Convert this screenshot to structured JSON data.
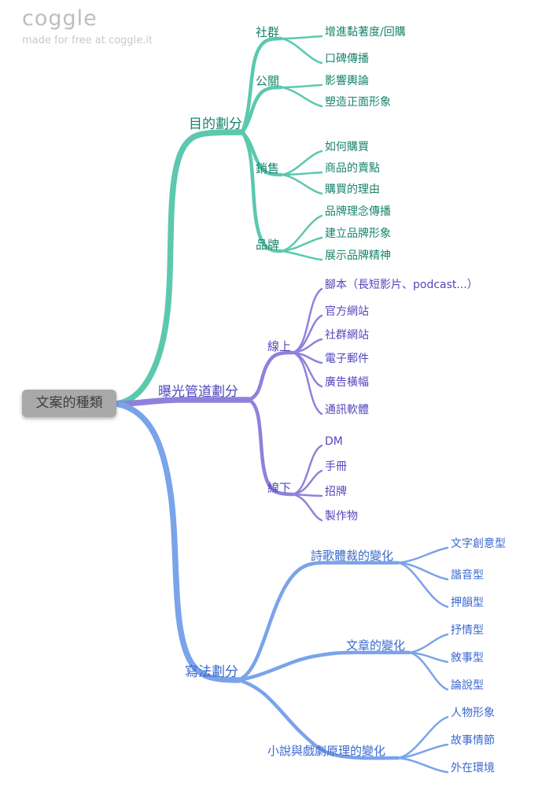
{
  "watermark": {
    "logo": "coggle",
    "tagline": "made for free at coggle.it"
  },
  "root": {
    "label": "文案的種類"
  },
  "colors": {
    "teal_line": "#5bc8af",
    "teal_text": "#18836c",
    "purple_line": "#8d82db",
    "purple_text": "#5347be",
    "blue_line": "#7aa3ea",
    "blue_text": "#3b69ce",
    "root_bg": "#a9a9a9",
    "root_text": "#3e3e3e"
  },
  "branches": {
    "purpose": {
      "label": "目的劃分",
      "children": {
        "social": {
          "label": "社群",
          "children": {
            "retention": {
              "label": "增進黏著度/回購"
            },
            "wom": {
              "label": "口碑傳播"
            }
          }
        },
        "pr": {
          "label": "公關",
          "children": {
            "opinion": {
              "label": "影響輿論"
            },
            "positive_image": {
              "label": "塑造正面形象"
            }
          }
        },
        "sales": {
          "label": "銷售",
          "children": {
            "how_to_buy": {
              "label": "如何購買"
            },
            "selling_points": {
              "label": "商品的賣點"
            },
            "reasons_to_buy": {
              "label": "購買的理由"
            }
          }
        },
        "brand": {
          "label": "品牌",
          "children": {
            "brand_idea": {
              "label": "品牌理念傳播"
            },
            "brand_image": {
              "label": "建立品牌形象"
            },
            "brand_spirit": {
              "label": "展示品牌精神"
            }
          }
        }
      }
    },
    "channel": {
      "label": "曝光管道劃分",
      "children": {
        "online": {
          "label": "線上",
          "children": {
            "script": {
              "label": "腳本（長短影片、podcast...）"
            },
            "official_site": {
              "label": "官方網站"
            },
            "social_site": {
              "label": "社群網站"
            },
            "email": {
              "label": "電子郵件"
            },
            "ad_banner": {
              "label": "廣告橫幅"
            },
            "messaging": {
              "label": "通訊軟體"
            }
          }
        },
        "offline": {
          "label": "線下",
          "children": {
            "dm": {
              "label": "DM"
            },
            "booklet": {
              "label": "手冊"
            },
            "signboard": {
              "label": "招牌"
            },
            "production": {
              "label": "製作物"
            }
          }
        }
      }
    },
    "writing": {
      "label": "寫法劃分",
      "children": {
        "poetry": {
          "label": "詩歌體裁的變化",
          "children": {
            "creative_text": {
              "label": "文字創意型"
            },
            "homophone": {
              "label": "諧音型"
            },
            "rhyme": {
              "label": "押韻型"
            }
          }
        },
        "article": {
          "label": "文章的變化",
          "children": {
            "lyric": {
              "label": "抒情型"
            },
            "narrative": {
              "label": "敘事型"
            },
            "argumentative": {
              "label": "論說型"
            }
          }
        },
        "novel": {
          "label": "小說與戲劇原理的變化",
          "children": {
            "characters": {
              "label": "人物形象"
            },
            "plot": {
              "label": "故事情節"
            },
            "environment": {
              "label": "外在環境"
            }
          }
        }
      }
    }
  }
}
